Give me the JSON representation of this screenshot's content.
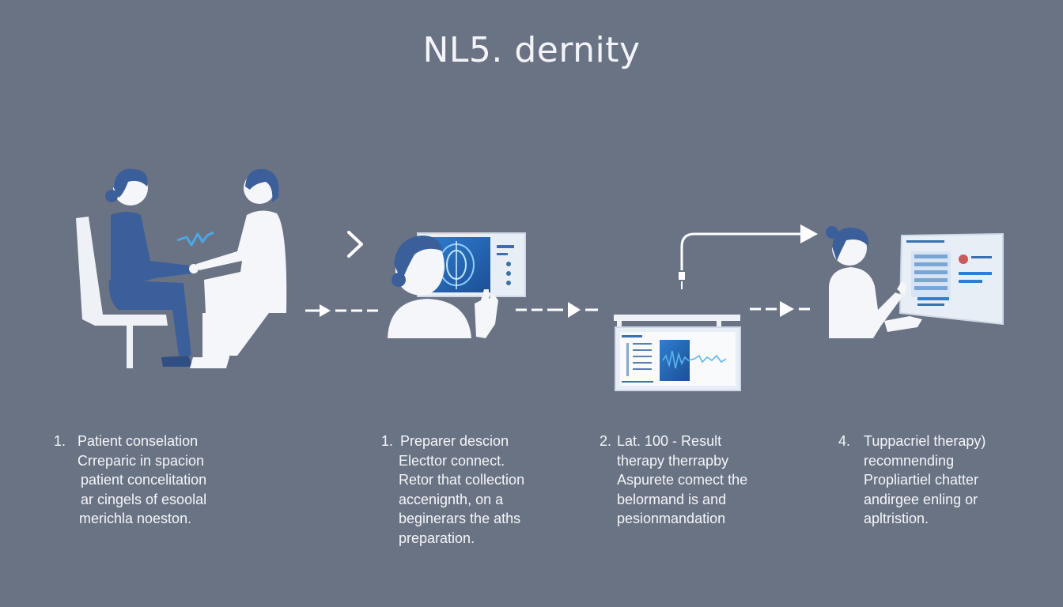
{
  "title": "NL5. dernity",
  "colors": {
    "background": "#6a7384",
    "figure_white": "#f4f6f9",
    "figure_blue": "#3b5f9a",
    "screen_blue": "#3d8fd6",
    "arrow": "#ffffff"
  },
  "icons": [
    "chevron-right-icon",
    "dashed-arrow-icon",
    "elbow-arrow-icon",
    "waveform-icon",
    "monitor-icon"
  ],
  "steps": [
    {
      "number": "1.",
      "heading": "Patient conselation",
      "lines": [
        "Crreparic in spacion",
        "patient concelitation",
        "ar cingels of  esoolal",
        "merichla noeston."
      ]
    },
    {
      "number": "1.",
      "heading": "Preparer descion",
      "lines": [
        "Electtor connect.",
        "Retor that collection",
        "accenignth, on a",
        "beginerars the aths",
        "preparation."
      ]
    },
    {
      "number": "2.",
      "heading": "Lat. 100 - Result",
      "lines": [
        "therapy therrapby",
        "Aspurete comect the",
        "belormand is and",
        "pesionmandation"
      ]
    },
    {
      "number": "4.",
      "heading": "Tuppacriel therapy)",
      "lines": [
        "recomnending",
        "Propliartiel chatter",
        "andirgee enling or",
        "apltristion."
      ]
    }
  ]
}
